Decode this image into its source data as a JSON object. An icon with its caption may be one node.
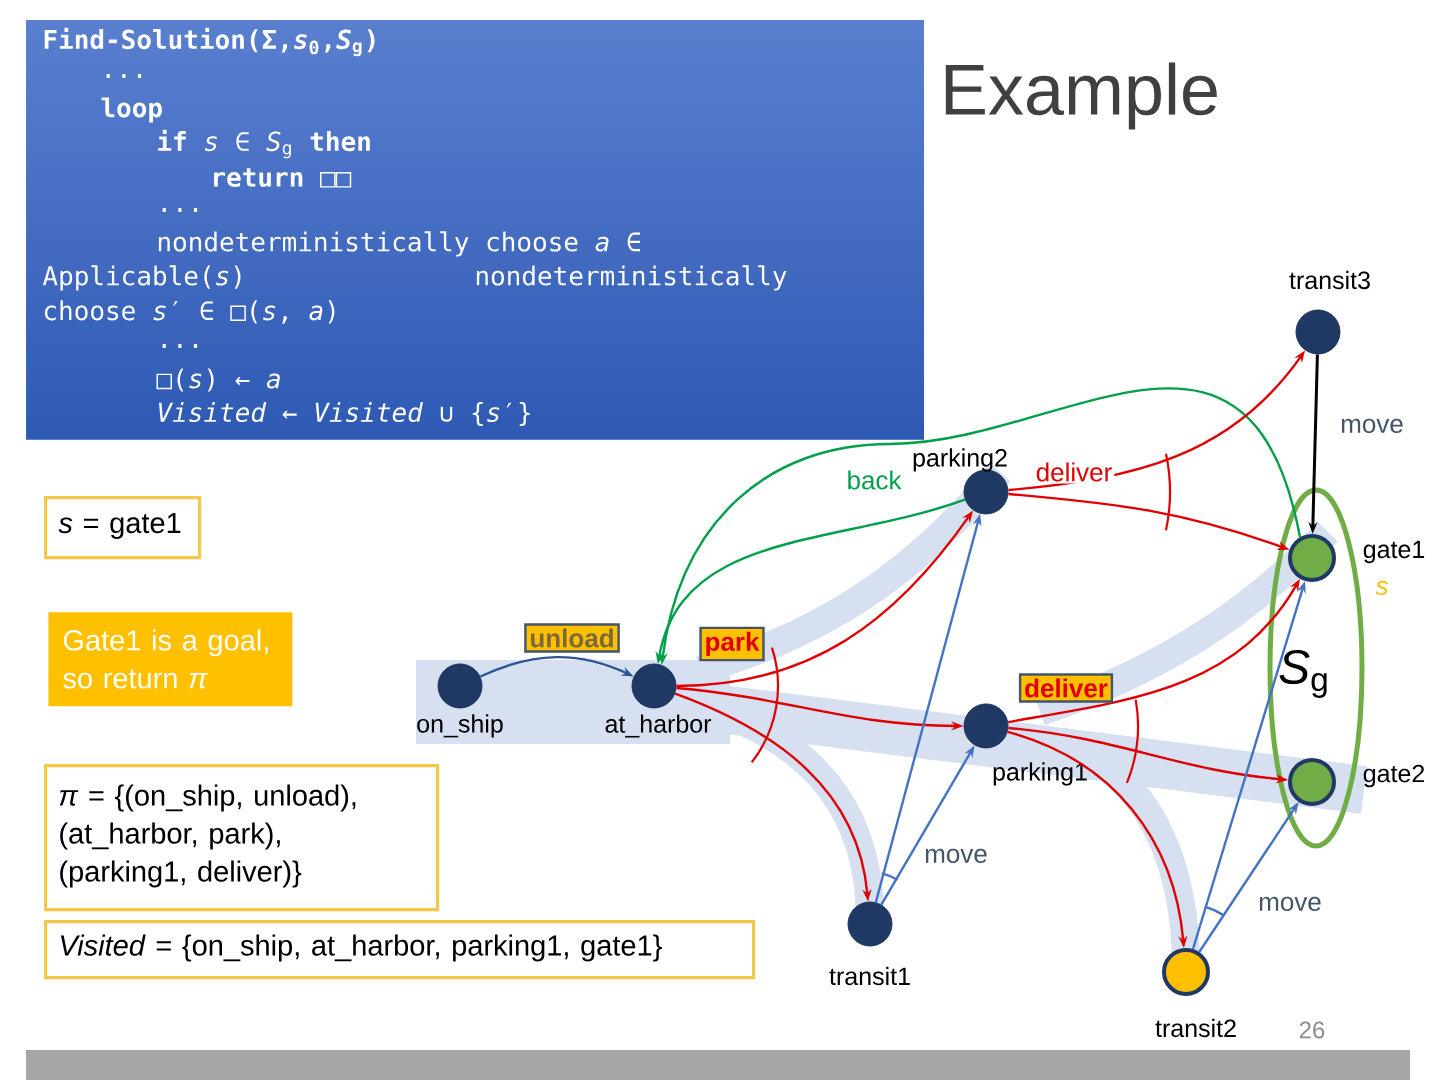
{
  "diagram": {
    "title": "Example",
    "nodes": [
      {
        "text": [
          "Find-Solution(Σ,*s*$_{0}$,*S*$_{g}$)",
          "...",
          "loop",
          "**if** *s* ∈ *S*$_{g}$ **then**",
          "**return** □□",
          "...",
          "nondeterministically choose *a* ∈",
          "Applicable(*s*)",
          "nondeterministically",
          "choose *s*′ ∈ □(*s*, *a*)",
          "...",
          "□(*s*) ← *a*",
          "*Visited* ← *Visited* ∪ {*s*′}"
        ]
      },
      {
        "text": [
          "*s* = gate1"
        ]
      },
      {
        "text": [
          "Gate1 is a goal, so return *π*"
        ]
      },
      {
        "text": [
          "*π* = {(on_ship, unload), (at_harbor, park), (parking1, deliver)}"
        ]
      },
      {
        "text": [
          "*Visited* = {on_ship, at_harbor, parking1, gate1}"
        ]
      },
      {
        "text": [
          "on_ship"
        ]
      },
      {
        "text": [
          "at_harbor"
        ]
      },
      {
        "text": [
          "parking2"
        ]
      },
      {
        "text": [
          "parking1"
        ]
      },
      {
        "text": [
          "transit1"
        ]
      },
      {
        "text": [
          "transit3"
        ]
      },
      {
        "text": [
          "*S*$_{g}$"
        ]
      },
      {
        "text": [
          "gate1"
        ],
        "in": 11,
        "beside": [
          "s"
        ]
      },
      {
        "text": [
          "gate2"
        ],
        "in": 11
      },
      {
        "text": [
          "transit2"
        ]
      }
    ],
    "edges": [
      {
        "from": 5,
        "to": 6,
        "arrow": "to",
        "label": "unload",
        "color": "#2f5597"
      },
      {
        "from": 6,
        "to": 7,
        "arrow": "to"
      },
      {
        "from": 6,
        "to": 8,
        "arrow": "to",
        "label": "park"
      },
      {
        "from": 6,
        "to": 9,
        "arrow": "to"
      },
      {
        "from": 7,
        "to": 6,
        "arrow": "to",
        "label": "back",
        "color": "#00a04b"
      },
      {
        "from": 12,
        "to": 6,
        "arrow": "to",
        "color": "#00a04b"
      },
      {
        "from": 7,
        "to": 10,
        "arrow": "to",
        "label": "deliver"
      },
      {
        "from": 7,
        "to": 12,
        "arrow": "to"
      },
      {
        "from": 8,
        "to": 12,
        "arrow": "to",
        "label": "deliver"
      },
      {
        "from": 8,
        "to": 13,
        "arrow": "to"
      },
      {
        "from": 8,
        "to": 14,
        "arrow": "to"
      },
      {
        "from": 9,
        "to": 7,
        "arrow": "to",
        "color": "#4472c4"
      },
      {
        "from": 9,
        "to": 8,
        "arrow": "to",
        "label": "move",
        "color": "#4472c4"
      },
      {
        "from": 14,
        "to": 12,
        "arrow": "to",
        "color": "#4472c4"
      },
      {
        "from": 14,
        "to": 13,
        "arrow": "to",
        "label": "move",
        "color": "#4472c4"
      },
      {
        "from": 10,
        "to": 12,
        "arrow": "to",
        "label": "move",
        "color": "#000000"
      }
    ],
    "labels": [
      "26"
    ]
  }
}
